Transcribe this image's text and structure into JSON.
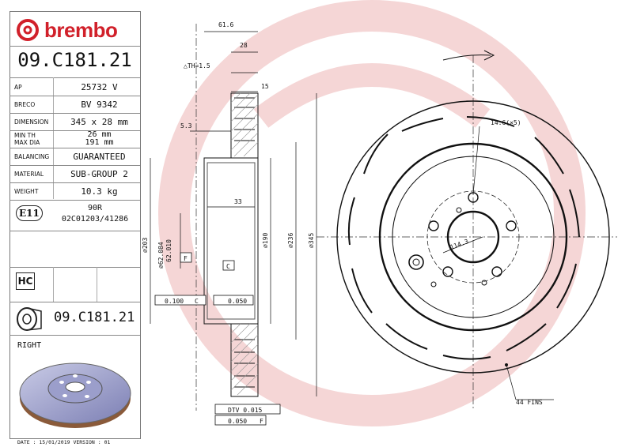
{
  "brand": {
    "name": "brembo",
    "color": "#d1202a"
  },
  "part_number": "09.C181.21",
  "specs": [
    {
      "label": "AP",
      "value": "25732 V"
    },
    {
      "label": "BRECO",
      "value": "BV 9342"
    },
    {
      "label": "DIMENSION",
      "value": "345 x 28 mm"
    },
    {
      "label": "MIN TH",
      "label2": "MAX DIA",
      "value": "26 mm",
      "value2": "191 mm"
    },
    {
      "label": "BALANCING",
      "value": "GUARANTEED"
    },
    {
      "label": "MATERIAL",
      "value": "SUB-GROUP 2"
    },
    {
      "label": "WEIGHT",
      "value": "10.3 kg"
    }
  ],
  "approval": {
    "mark": "E11",
    "line1": "90R",
    "line2": "02C01203/41286"
  },
  "hc_badge": "HC",
  "side_label": "RIGHT",
  "footer": "DATE : 15/01/2019 VERSION : 01",
  "dimensions": {
    "d61_6": "61.6",
    "d28": "28",
    "th": "△TH=1.5",
    "d15": "15",
    "d5_3": "5.3",
    "d33": "33",
    "dia203": "⌀203",
    "dia62084": "⌀62.084",
    "dia62010": "62.010",
    "dia190": "⌀190",
    "dia236": "⌀236",
    "dia345": "⌀345",
    "datum_f": "F",
    "datum_c": "C",
    "tol1": "0.100",
    "tol1_ref": "C",
    "tol2": "0.050",
    "dtv": "DTV 0.015",
    "tol3": "0.050",
    "tol3_ref": "F",
    "holes": "14.6(×5)",
    "pcd": "114.3",
    "fins": "44 FINS"
  }
}
